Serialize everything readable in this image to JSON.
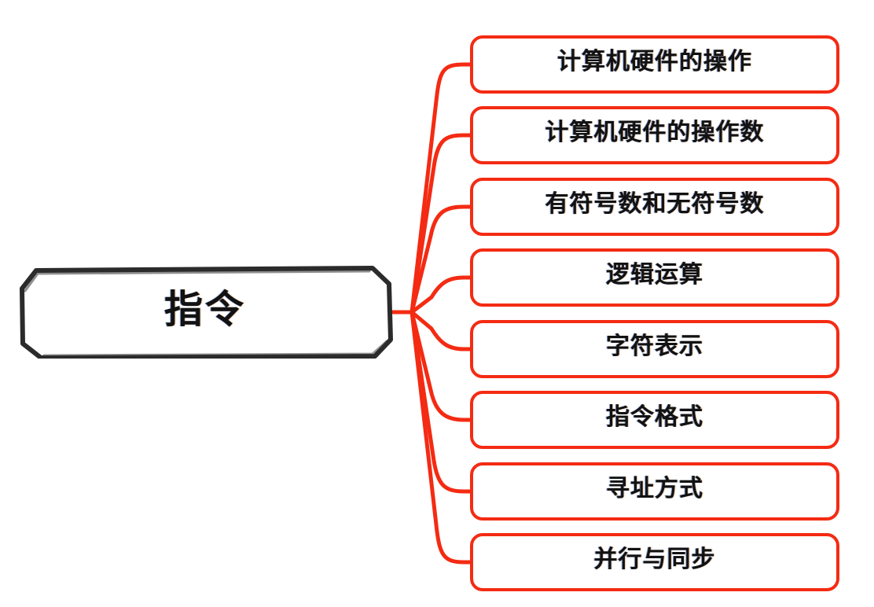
{
  "diagram": {
    "type": "mind-map",
    "title": "",
    "accent_color": "#f42b13",
    "root_border_color": "#2b2b2b",
    "text_color": "#121212",
    "background_color": "#ffffff",
    "root": {
      "label": "指令"
    },
    "branches": [
      {
        "label": "计算机硬件的操作"
      },
      {
        "label": "计算机硬件的操作数"
      },
      {
        "label": "有符号数和无符号数"
      },
      {
        "label": "逻辑运算"
      },
      {
        "label": "字符表示"
      },
      {
        "label": "指令格式"
      },
      {
        "label": "寻址方式"
      },
      {
        "label": "并行与同步"
      }
    ]
  }
}
